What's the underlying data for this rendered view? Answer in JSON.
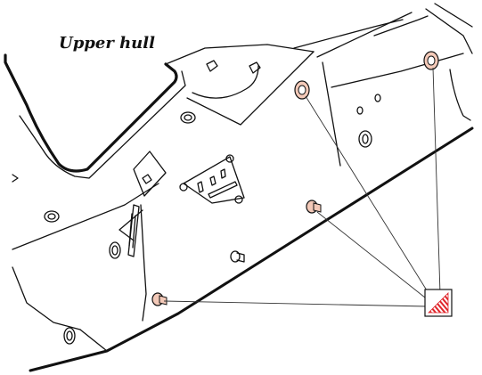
{
  "title": "Upper hull",
  "colors": {
    "line": "#111111",
    "highlight_fill": "#f3c9b8",
    "highlight_stroke": "#b35b3e",
    "swatch": "#e0252a",
    "leader": "#333333"
  },
  "callout_icon": "red-hatched-swatch-icon",
  "highlighted_parts": [
    {
      "id": "top-right-hole",
      "kind": "round-hole"
    },
    {
      "id": "upper-middle-hole",
      "kind": "round-hole"
    },
    {
      "id": "middle-peg",
      "kind": "peg"
    },
    {
      "id": "lower-left-peg",
      "kind": "peg"
    }
  ]
}
